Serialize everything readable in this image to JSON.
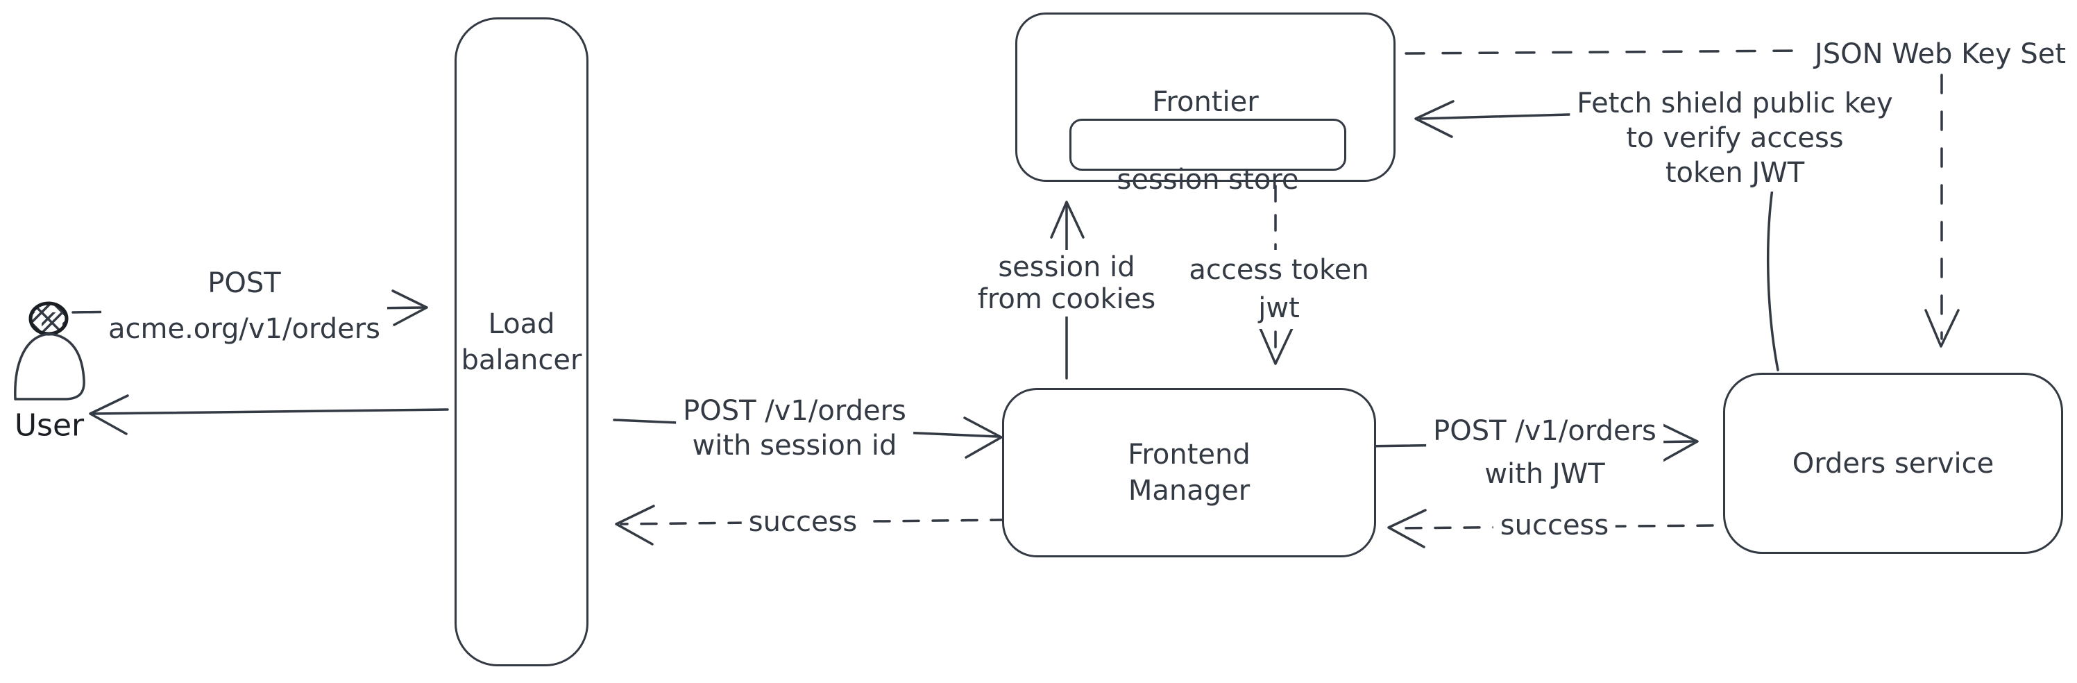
{
  "colors": {
    "ink": "#343a43",
    "ink_dark": "#1b1f24",
    "hatch": "#c9d3de",
    "bg": "#ffffff"
  },
  "nodes": {
    "user": {
      "label": "User"
    },
    "load_balancer": {
      "line1": "Load",
      "line2": "balancer"
    },
    "frontier": {
      "title": "Frontier",
      "session_store": "session store"
    },
    "frontend_manager": {
      "line1": "Frontend",
      "line2": "Manager"
    },
    "orders_service": {
      "label": "Orders service"
    }
  },
  "edges": {
    "user_to_lb": {
      "line1": "POST",
      "line2": "acme.org/v1/orders"
    },
    "lb_to_fm": {
      "line1": "POST /v1/orders",
      "line2": "with session id"
    },
    "fm_to_lb": {
      "label": "success"
    },
    "fm_to_frontier": {
      "line1": "session id",
      "line2": "from cookies"
    },
    "frontier_to_fm": {
      "line1": "access token",
      "line2": "jwt"
    },
    "fm_to_orders": {
      "line1": "POST /v1/orders",
      "line2": "with JWT"
    },
    "orders_to_fm": {
      "label": "success"
    },
    "jwks": {
      "label": "JSON Web Key Set"
    },
    "orders_to_frontier": {
      "line1": "Fetch shield public key",
      "line2": "to verify access",
      "line3": "token JWT"
    }
  }
}
